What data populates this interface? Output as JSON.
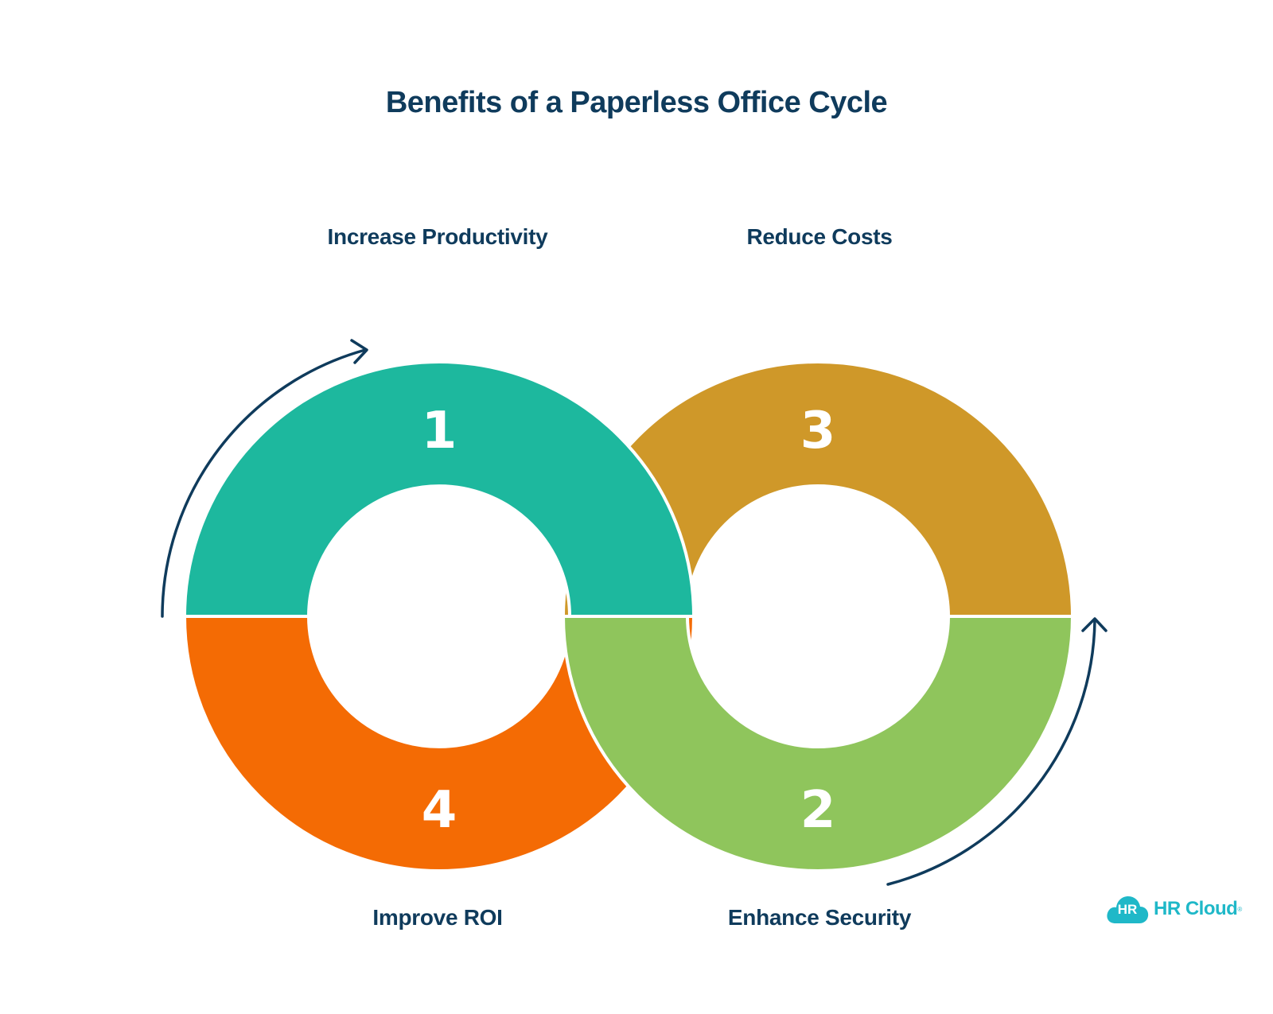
{
  "title": "Benefits of a Paperless Office Cycle",
  "steps": [
    {
      "number": "1",
      "label": "Increase Productivity",
      "color": "#1db89e"
    },
    {
      "number": "2",
      "label": "Enhance Security",
      "color": "#8fc55c"
    },
    {
      "number": "3",
      "label": "Reduce Costs",
      "color": "#cf9829"
    },
    {
      "number": "4",
      "label": "Improve ROI",
      "color": "#f46b04"
    }
  ],
  "arrow_color": "#0f3b5c",
  "logo": {
    "badge": "HR",
    "name": "HR Cloud",
    "mark": "®",
    "color": "#1fb8c8"
  }
}
